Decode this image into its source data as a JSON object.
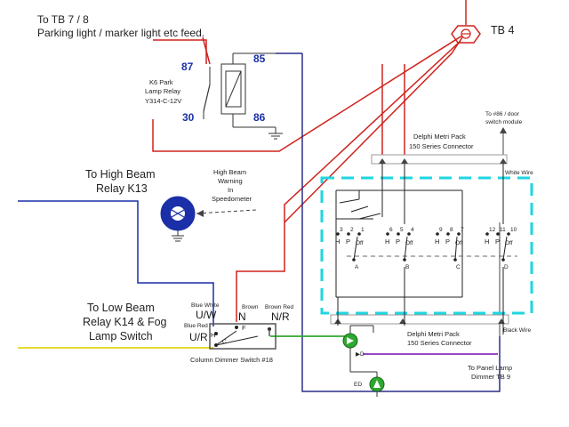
{
  "labels": {
    "to_tb78_line1": "To TB 7 / 8",
    "to_tb78_line2": "Parking light / marker light etc feed.",
    "tb4": "TB 4",
    "relay_pin87": "87",
    "relay_pin85": "85",
    "relay_pin30": "30",
    "relay_pin86": "86",
    "relay_name1": "K6 Park",
    "relay_name2": "Lamp Relay",
    "relay_name3": "Y314-C-12V",
    "high_beam_line1": "To High Beam",
    "high_beam_line2": "Relay K13",
    "hb_warning1": "High Beam",
    "hb_warning2": "Warning",
    "hb_warning3": "In",
    "hb_warning4": "Speedometer",
    "door_module1": "To #86 / door",
    "door_module2": "switch module",
    "delphi_top1": "Delphi Metri Pack",
    "delphi_top2": "150 Series Connector",
    "delphi_bot1": "Delphi Metri Pack",
    "delphi_bot2": "150 Series Connector",
    "white_wire": "White Wire",
    "black_wire": "Black Wire",
    "low_beam1": "To Low Beam",
    "low_beam2": "Relay K14 & Fog",
    "low_beam3": "Lamp Switch",
    "blue_white": "Blue White",
    "brown": "Brown",
    "brown_red": "Brown Red",
    "blue_red": "Blue Red",
    "uw": "U/W",
    "n": "N",
    "nr": "N/R",
    "ur": "U/R",
    "dimmer_h": "H",
    "dimmer_f": "F",
    "dimmer_c": "C",
    "dimmer_switch": "Column Dimmer Switch #18",
    "panel_lamp1": "To Panel Lamp",
    "panel_lamp2": "Dimmer TB 9",
    "switches": [
      {
        "pins": [
          "3",
          "2",
          "1"
        ],
        "h": "H",
        "p": "P",
        "off": "Off",
        "letter": "A"
      },
      {
        "pins": [
          "6",
          "5",
          "4"
        ],
        "h": "H",
        "p": "P",
        "off": "Off",
        "letter": "B"
      },
      {
        "pins": [
          "9",
          "8",
          "7"
        ],
        "h": "H",
        "p": "P",
        "off": "Off",
        "letter": "C"
      },
      {
        "pins": [
          "12",
          "11",
          "10"
        ],
        "h": "H",
        "p": "P",
        "off": "Off",
        "letter": "D"
      }
    ]
  },
  "colors": {
    "red_wire": "#d0221c",
    "blue_wire": "#1a2fa8",
    "navy_wire": "#2a2f8a",
    "green_wire": "#2fa82f",
    "yellow_wire": "#e0d41a",
    "purple_wire": "#8a2fc0",
    "cyan_box": "#1ed6e0",
    "orange_wire": "#d8531c"
  }
}
